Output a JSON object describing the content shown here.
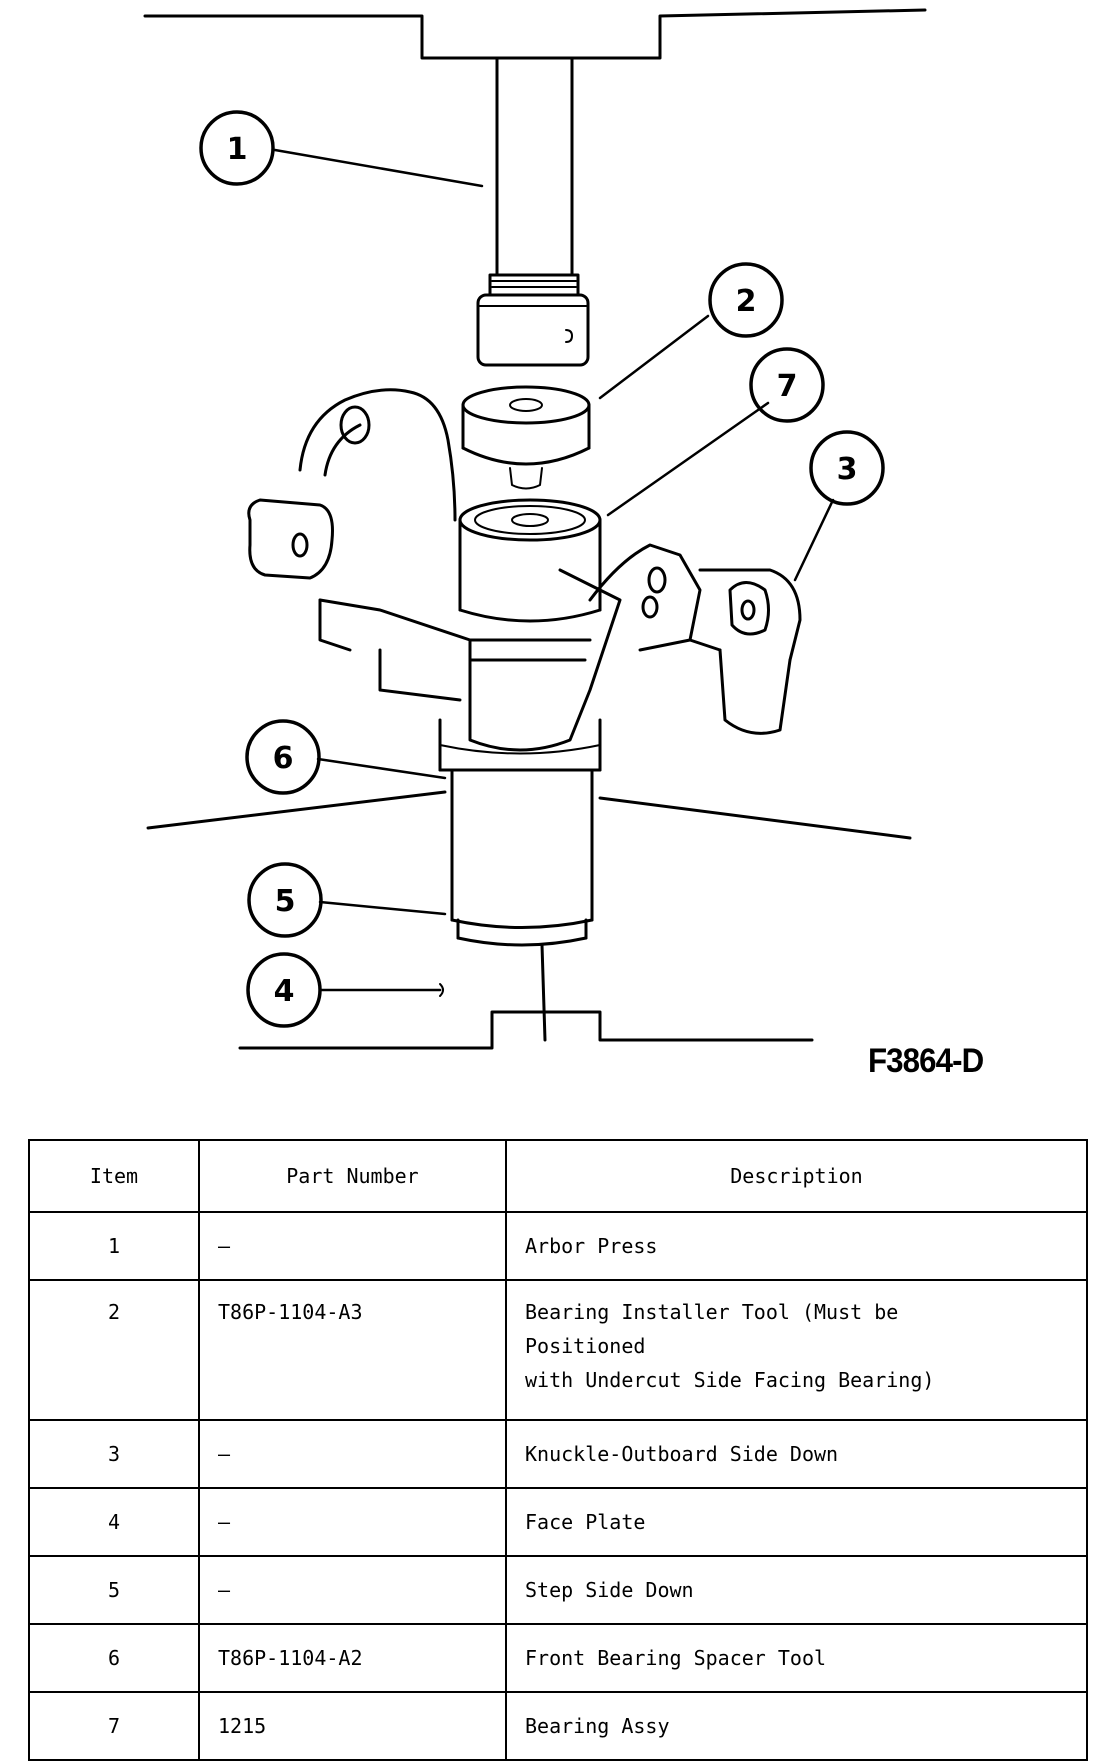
{
  "figure": {
    "code": "F3864-D",
    "callouts": [
      "1",
      "2",
      "3",
      "4",
      "5",
      "6",
      "7"
    ]
  },
  "table": {
    "headers": {
      "item": "Item",
      "part_number": "Part Number",
      "description": "Description"
    },
    "rows": [
      {
        "item": "1",
        "part_number": "—",
        "description": "Arbor Press"
      },
      {
        "item": "2",
        "part_number": "T86P-1104-A3",
        "description_lines": [
          "Bearing Installer Tool (Must be",
          "Positioned",
          "with Undercut Side Facing Bearing)"
        ]
      },
      {
        "item": "3",
        "part_number": "—",
        "description": "Knuckle-Outboard Side Down"
      },
      {
        "item": "4",
        "part_number": "—",
        "description": "Face Plate"
      },
      {
        "item": "5",
        "part_number": "—",
        "description": "Step Side Down"
      },
      {
        "item": "6",
        "part_number": "T86P-1104-A2",
        "description": "Front Bearing Spacer Tool"
      },
      {
        "item": "7",
        "part_number": "1215",
        "description": "Bearing Assy"
      }
    ]
  }
}
